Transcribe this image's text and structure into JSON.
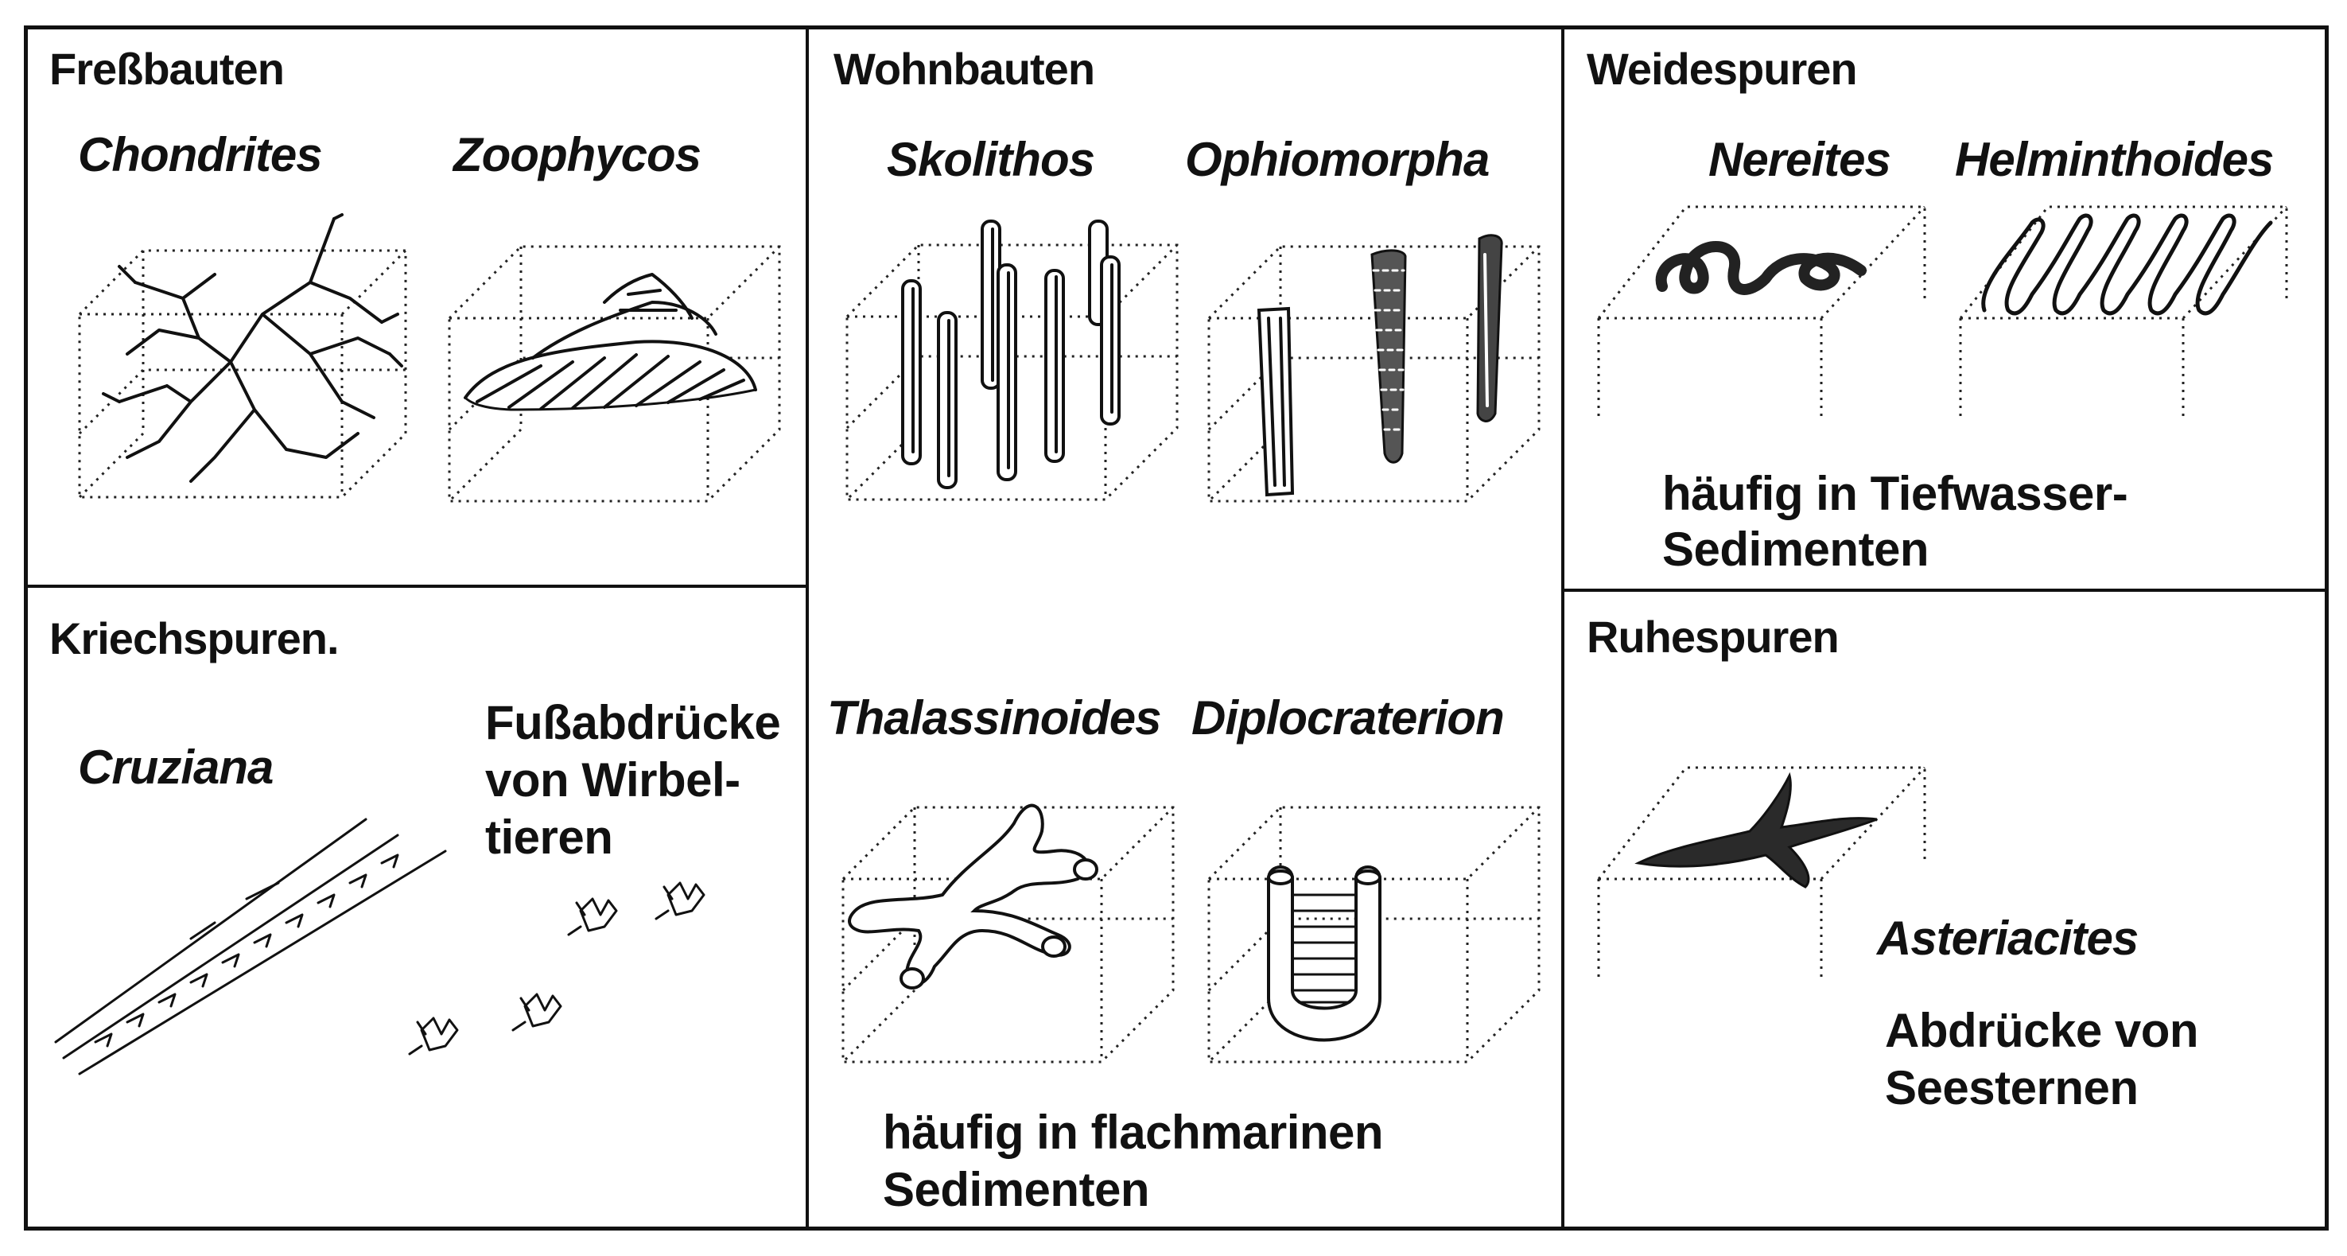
{
  "panels": {
    "fressbauten": {
      "heading": "Freßbauten",
      "genus_1": "Chondrites",
      "genus_2": "Zoophycos"
    },
    "wohnbauten": {
      "heading": "Wohnbauten",
      "genus_1": "Skolithos",
      "genus_2": "Ophiomorpha",
      "genus_3": "Thalassinoides",
      "genus_4": "Diplocraterion",
      "note_line_1": "häufig in flachmarinen",
      "note_line_2": "Sedimenten"
    },
    "weidespuren": {
      "heading": "Weidespuren",
      "genus_1": "Nereites",
      "genus_2": "Helminthoides",
      "note_line_1": "häufig in Tiefwasser-",
      "note_line_2": "Sedimenten"
    },
    "kriechspuren": {
      "heading": "Kriechspuren.",
      "genus_1": "Cruziana",
      "note_line_1": "Fußabdrücke",
      "note_line_2": "von Wirbel-",
      "note_line_3": "tieren"
    },
    "ruhespuren": {
      "heading": "Ruhespuren",
      "genus_1": "Asteriacites",
      "note_line_1": "Abdrücke von",
      "note_line_2": "Seesternen"
    }
  }
}
